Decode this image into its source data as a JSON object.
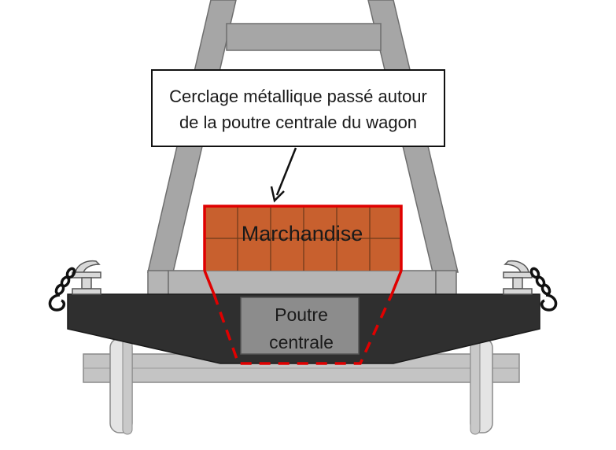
{
  "callout": {
    "line1": "Cerclage métallique passé autour",
    "line2": "de la poutre centrale du wagon"
  },
  "cargo": {
    "label": "Marchandise"
  },
  "beam": {
    "line1": "Poutre",
    "line2": "centrale"
  },
  "colors": {
    "strap": "#e00000",
    "cargo": "#c8602e",
    "frame": "#a6a6a6",
    "frame_stroke": "#6e6e6e",
    "chassis": "#2f2f2f",
    "beam": "#8c8c8c",
    "wheel": "#dcdcdc"
  }
}
